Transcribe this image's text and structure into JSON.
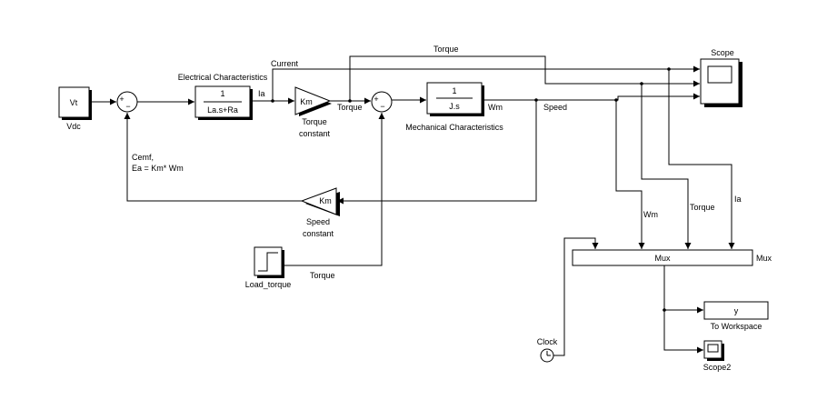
{
  "blocks": {
    "vt": {
      "text": "Vt",
      "label": "Vdc"
    },
    "electrical": {
      "num": "1",
      "den": "La.s+Ra",
      "title": "Electrical Characteristics"
    },
    "torque_gain": {
      "text": "Km",
      "label1": "Torque",
      "label2": "constant"
    },
    "mechanical": {
      "num": "1",
      "den": "J.s",
      "title": "Mechanical Characteristics"
    },
    "speed_gain": {
      "text": "Km",
      "label1": "Speed",
      "label2": "constant"
    },
    "load": {
      "label": "Load_torque"
    },
    "scope": {
      "label": "Scope"
    },
    "mux": {
      "text": "Mux",
      "label": "Mux"
    },
    "workspace": {
      "text": "y",
      "label": "To Workspace"
    },
    "scope2": {
      "label": "Scope2"
    },
    "clock": {
      "label": "Clock"
    }
  },
  "signals": {
    "current": "Current",
    "ia": "Ia",
    "torque_out": "Torque",
    "torque_top": "Torque",
    "wm": "Wm",
    "speed": "Speed",
    "cemf_line1": "Cemf,",
    "cemf_line2": "Ea = Km* Wm",
    "load_torque": "Torque",
    "mux_wm": "Wm",
    "mux_torque": "Torque",
    "mux_ia": "Ia"
  },
  "signs": {
    "sum1_plus": "+",
    "sum1_minus": "−",
    "sum2_plus": "+",
    "sum2_minus": "−"
  }
}
